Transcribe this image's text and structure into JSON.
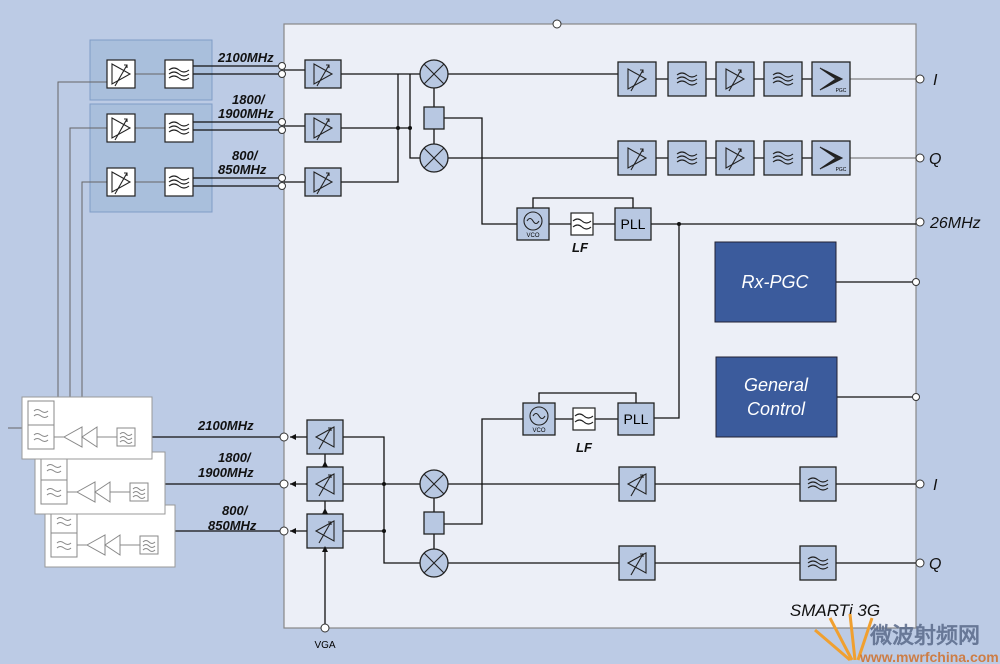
{
  "colors": {
    "background": "#bccbe5",
    "chip": "#eceff7",
    "block": "#b8c8e2",
    "control_block": "#3b5b9c"
  },
  "rx_bands": [
    {
      "line1": "2100MHz",
      "line2": ""
    },
    {
      "line1": "1800/",
      "line2": "1900MHz"
    },
    {
      "line1": "800/",
      "line2": "850MHz"
    }
  ],
  "tx_bands": [
    {
      "line1": "2100MHz",
      "line2": ""
    },
    {
      "line1": "1800/",
      "line2": "1900MHz"
    },
    {
      "line1": "800/",
      "line2": "850MHz"
    }
  ],
  "pins": {
    "rx_i": "I",
    "rx_q": "Q",
    "ref": "26MHz",
    "tx_i": "I",
    "tx_q": "Q",
    "vga": "VGA"
  },
  "blocks": {
    "rx_pgc": "Rx-PGC",
    "general_control_1": "General",
    "general_control_2": "Control",
    "pll": "PLL",
    "vco": "VCO",
    "lf": "LF",
    "pgc": "PGC"
  },
  "chip_name": "SMARTi 3G",
  "watermark": {
    "cn": "微波射频网",
    "url": "www.mwrfchina.com"
  }
}
